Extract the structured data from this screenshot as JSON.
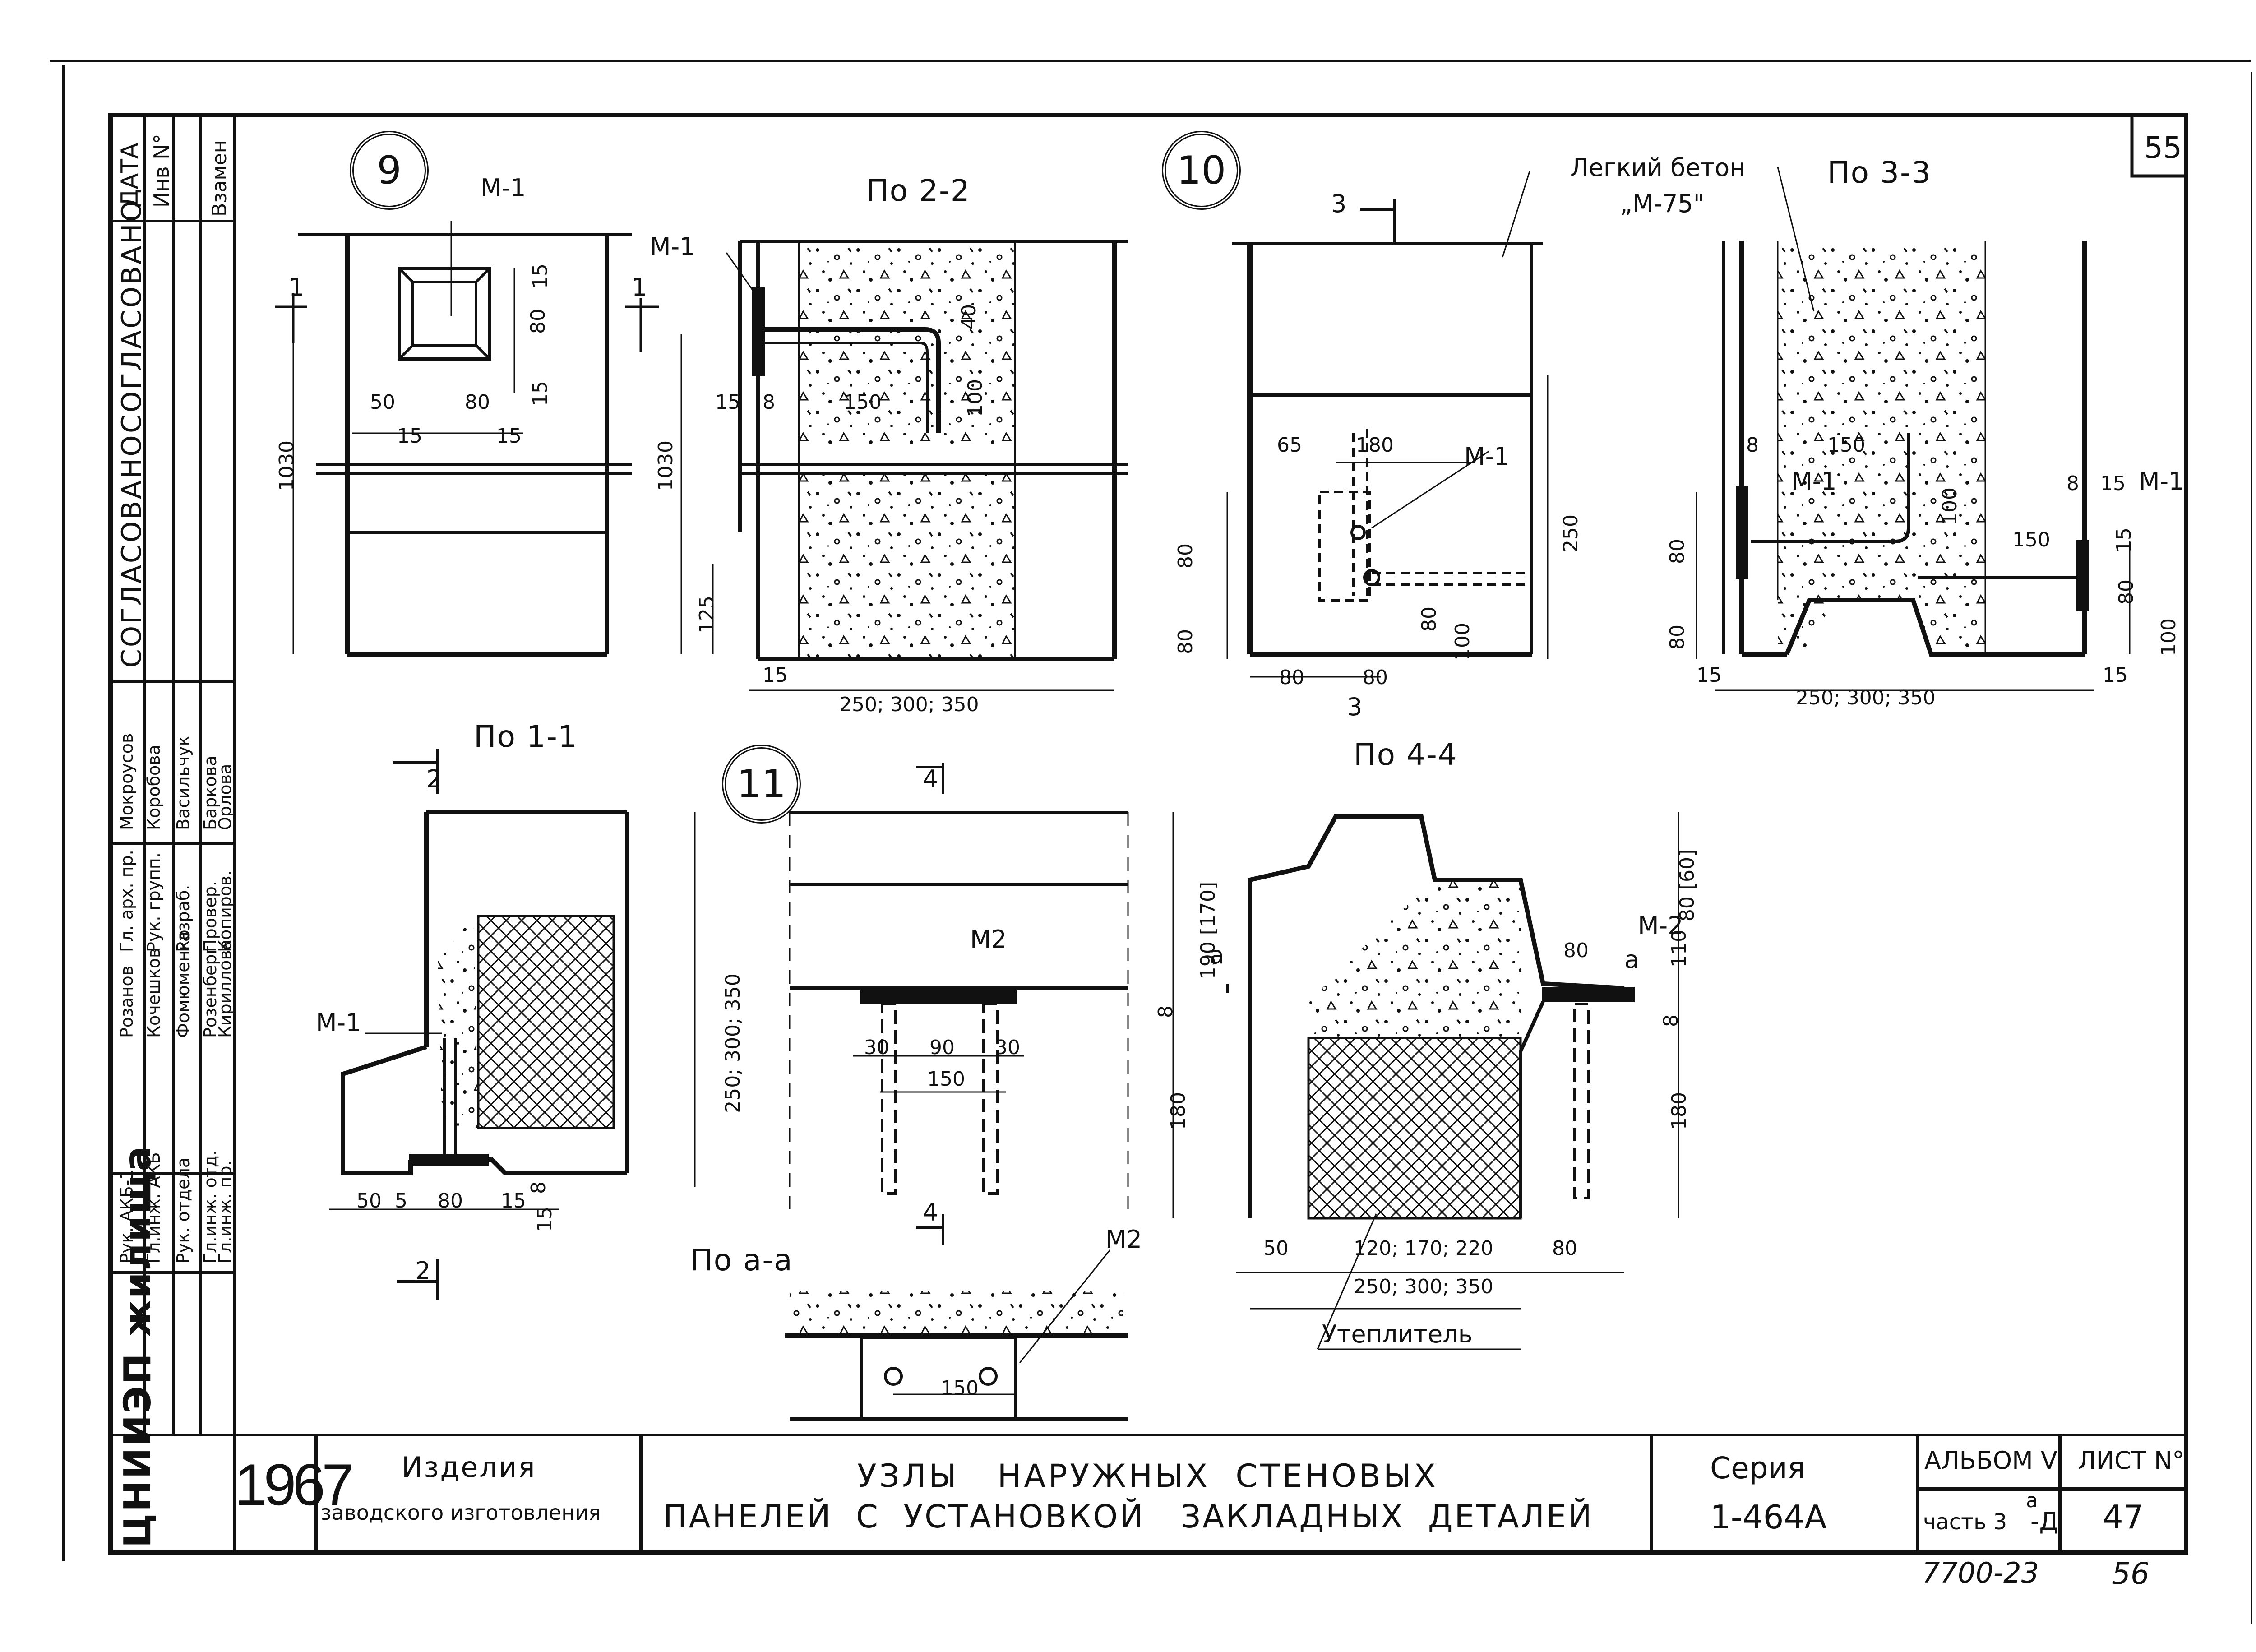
{
  "sheet": {
    "page_number": "55",
    "archive_number": "7700-23",
    "page_number_handwritten": "56"
  },
  "detail_markers": {
    "d9": "9",
    "d10": "10",
    "d11": "11"
  },
  "views": {
    "po22": "По 2-2",
    "po33": "По 3-3",
    "po11": "По 1-1",
    "po44": "По 4-4",
    "poaa": "По а-а"
  },
  "labels": {
    "m1": "М-1",
    "m1b": "М-1",
    "m1c": "М-1",
    "m1d": "М-1",
    "m1e": "М-1",
    "m1f": "М-1",
    "m2": "М2",
    "m2b": "М-2",
    "m2c": "М2",
    "light_concrete": "Легкий бетон",
    "grade": "„М-75\"",
    "insulation": "Утеплитель",
    "sec1": "1",
    "sec1b": "1",
    "sec2": "2",
    "sec2b": "2",
    "sec3": "3",
    "sec3b": "3",
    "sec4": "4",
    "sec4b": "4",
    "seca": "а",
    "secab": "а"
  },
  "dims": {
    "d9_15a": "15",
    "d9_80v": "80",
    "d9_15b": "15",
    "d9_50": "50",
    "d9_80h": "80",
    "d9_15c": "15",
    "d9_15d": "15",
    "d9_1030": "1030",
    "d22_1030": "1030",
    "d22_15": "15",
    "d22_8": "8",
    "d22_150": "150",
    "d22_40": "40",
    "d22_100": "100",
    "d22_125": "125",
    "d22_15b": "15",
    "d22_250": "250; 300; 350",
    "d10_65": "65",
    "d10_180": "180",
    "d10_80a": "80",
    "d10_80b": "80",
    "d10_80c": "80",
    "d10_100": "100",
    "d10_250": "250",
    "d10_80d": "80",
    "d10_80e": "80",
    "d33_8": "8",
    "d33_150": "150",
    "d33_100": "100",
    "d33_80a": "80",
    "d33_80b": "80",
    "d33_8b": "8",
    "d33_15": "15",
    "d33_150b": "150",
    "d33_80c": "80",
    "d33_15b": "15",
    "d33_100b": "100",
    "d33_15c": "15",
    "d33_15d": "15",
    "d33_250": "250; 300; 350",
    "d11a_250": "250; 300; 350",
    "d11a_50": "50",
    "d11a_5": "5",
    "d11a_80": "80",
    "d11a_15": "15",
    "d11a_8": "8",
    "d11a_15b": "15",
    "d11b_190": "190 [170]",
    "d11b_8": "8",
    "d11b_180": "180",
    "d11b_30": "30",
    "d11b_90": "90",
    "d11b_30b": "30",
    "d11b_150": "150",
    "d44_80_60": "80 [60]",
    "d44_110": "110",
    "d44_8": "8",
    "d44_180": "180",
    "d44_80": "80",
    "d44_50": "50",
    "d44_120": "120; 170; 220",
    "d44_80b": "80",
    "d44_250": "250; 300; 350",
    "daa_150": "150"
  },
  "title_block": {
    "year": "1967",
    "org": "ЦНИИЭП жилища",
    "product_1": "Изделия",
    "product_2": "заводского изготовления",
    "title_1": "УЗЛЫ   НАРУЖНЫХ  СТЕНОВЫХ",
    "title_2": "ПАНЕЛЕЙ  С  УСТАНОВКОЙ   ЗАКЛАДНЫХ  ДЕТАЛЕЙ",
    "series_label": "Серия",
    "series_value": "1-464А",
    "album_label": "АЛЬБОМ V",
    "part_label": "часть 3",
    "part_sup": "а",
    "part_suffix": "-Д",
    "sheet_label": "ЛИСТ N°",
    "sheet_value": "47"
  },
  "side_stamp": {
    "col_date": "ДАТА",
    "col_inv": "Инв N°",
    "col_replace": "Взамен",
    "agreed_1": "СОГЛАСОВАНО",
    "agreed_2": "СОГЛАСОВАНО",
    "roles": [
      "Рук. АКБ-1",
      "Гл.инж. АКБ",
      "Рук. отдела",
      "Гл.инж. отд.",
      "Гл.инж. пр."
    ],
    "names_1": [
      "Розанов",
      "Кочешков",
      "Фомюменко",
      "Розенберг",
      "Кириллова"
    ],
    "roles_2": [
      "Гл. арх. пр.",
      "Рук. групп.",
      "Разраб.",
      "Провер.",
      "Копиров."
    ],
    "names_2": [
      "Мокроусов",
      "Коробова",
      "Васильчук",
      "Баркова",
      "Орлова"
    ]
  }
}
